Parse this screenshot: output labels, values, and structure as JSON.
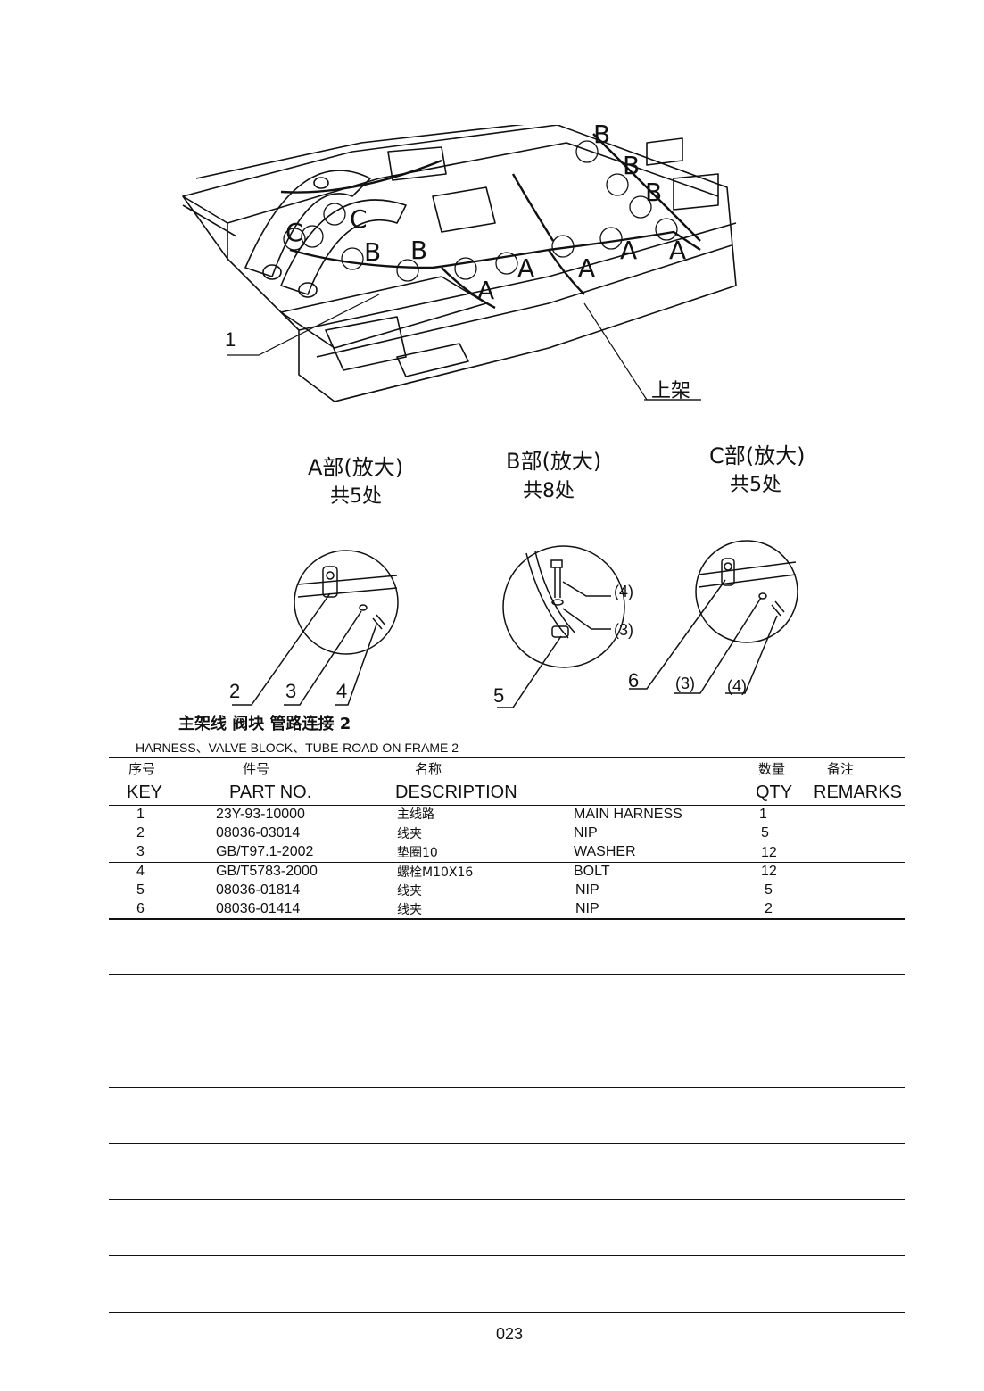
{
  "drawing": {
    "frame_label": "上架",
    "callout_key_1": "1",
    "zone_labels": [
      "A",
      "B",
      "C"
    ]
  },
  "details": [
    {
      "title": "A部(放大)",
      "count": "共5处",
      "callouts": [
        "2",
        "3",
        "4"
      ]
    },
    {
      "title": "B部(放大)",
      "count": "共8处",
      "callouts": [
        "(4)",
        "(3)",
        "5"
      ]
    },
    {
      "title": "C部(放大)",
      "count": "共5处",
      "callouts": [
        "6",
        "(3)",
        "(4)"
      ]
    }
  ],
  "caption": {
    "cn": "主架线 阀块 管路连接 2",
    "en": "HARNESS、VALVE BLOCK、TUBE-ROAD ON FRAME 2"
  },
  "table": {
    "headers_cn": {
      "key": "序号",
      "part": "件号",
      "desc": "名称",
      "qty": "数量",
      "remarks": "备注"
    },
    "headers_en": {
      "key": "KEY",
      "part": "PART NO.",
      "desc": "DESCRIPTION",
      "qty": "QTY",
      "remarks": "REMARKS"
    },
    "rows": [
      {
        "key": "1",
        "part": "23Y-93-10000",
        "desc_cn": "主线路",
        "desc_en": "MAIN HARNESS",
        "qty": "1"
      },
      {
        "key": "2",
        "part": "08036-03014",
        "desc_cn": "线夹",
        "desc_en": "NIP",
        "qty": "5"
      },
      {
        "key": "3",
        "part": "GB/T97.1-2002",
        "desc_cn": "垫圈10",
        "desc_en": "WASHER",
        "qty": "12"
      },
      {
        "key": "4",
        "part": "GB/T5783-2000",
        "desc_cn": "螺栓M10X16",
        "desc_en": "BOLT",
        "qty": "12"
      },
      {
        "key": "5",
        "part": "08036-01814",
        "desc_cn": "线夹",
        "desc_en": "NIP",
        "qty": "5"
      },
      {
        "key": "6",
        "part": "08036-01414",
        "desc_cn": "线夹",
        "desc_en": "NIP",
        "qty": "2"
      }
    ]
  },
  "page_number": "023"
}
